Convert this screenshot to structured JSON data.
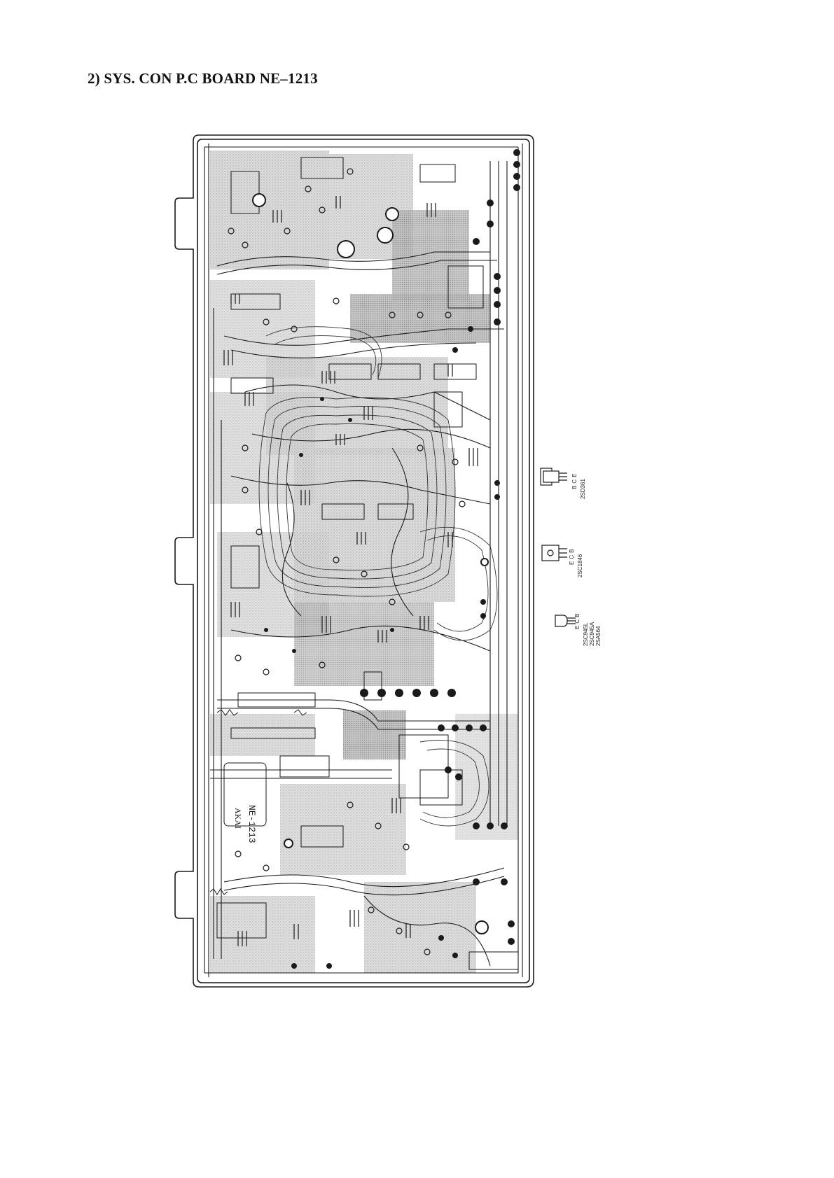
{
  "page": {
    "title": "2) SYS. CON P.C BOARD NE–1213"
  },
  "board": {
    "name": "NE-1213",
    "maker": "AKAI"
  },
  "transistors": [
    {
      "part": "2SD361",
      "pins": [
        "B",
        "C",
        "E"
      ],
      "icon": "to126-transistor-icon"
    },
    {
      "part": "2SC1846",
      "pins": [
        "E",
        "C",
        "B"
      ],
      "icon": "to126-transistor-icon"
    },
    {
      "part": "2SC945L 2SC945A 2SA564",
      "pins": [
        "E",
        "C",
        "B"
      ],
      "icon": "to92-transistor-icon"
    }
  ],
  "colors": {
    "ink": "#1a1a1a",
    "copper_shade": "#bdbdbd",
    "paper": "#ffffff"
  }
}
